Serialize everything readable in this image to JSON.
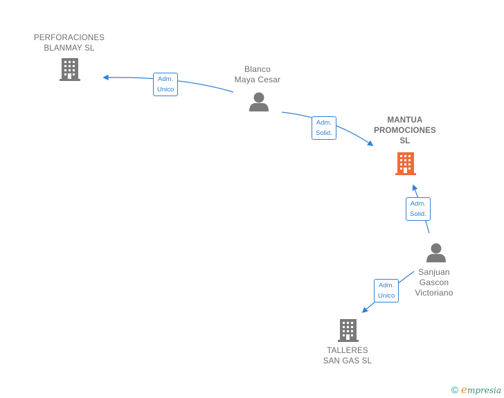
{
  "nodes": {
    "perforaciones": {
      "lines": [
        "PERFORACIONES",
        "BLANMAY SL"
      ],
      "type": "company",
      "color": "#7a7a7a"
    },
    "blanco": {
      "lines": [
        "Blanco",
        "Maya Cesar"
      ],
      "type": "person",
      "color": "#7a7a7a"
    },
    "mantua": {
      "lines": [
        "MANTUA",
        "PROMOCIONES",
        "SL"
      ],
      "type": "company",
      "color": "#f26b3a",
      "focus": true
    },
    "sanjuan": {
      "lines": [
        "Sanjuan",
        "Gascon",
        "Victoriano"
      ],
      "type": "person",
      "color": "#7a7a7a"
    },
    "talleres": {
      "lines": [
        "TALLERES",
        "SAN GAS SL"
      ],
      "type": "company",
      "color": "#7a7a7a"
    }
  },
  "edges": {
    "blanco_perforaciones": [
      "Adm.",
      "Unico"
    ],
    "blanco_mantua": [
      "Adm.",
      "Solid."
    ],
    "sanjuan_mantua": [
      "Adm.",
      "Solid."
    ],
    "sanjuan_talleres": [
      "Adm.",
      "Unico"
    ]
  },
  "colors": {
    "edge": "#2f7fd8",
    "node": "#7a7a7a",
    "focus": "#f26b3a"
  },
  "footer": {
    "copyright": "©",
    "brand_initial": "e",
    "brand_rest": "mpresia"
  }
}
